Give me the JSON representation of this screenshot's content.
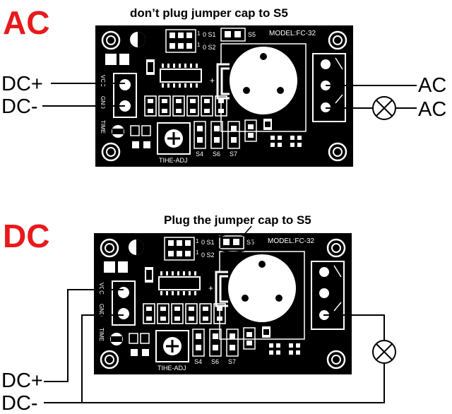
{
  "sections": [
    {
      "mode_label": "AC",
      "instruction": "don’t plug jumper cap to S5",
      "left_labels": [
        "DC+",
        "DC-"
      ],
      "right_labels": [
        "AC",
        "AC"
      ]
    },
    {
      "mode_label": "DC",
      "instruction": "Plug the jumper cap to S5",
      "left_labels": [
        "DC+",
        "DC-"
      ]
    }
  ],
  "board": {
    "model": "MODEL:FC-32",
    "header_rows": [
      "1",
      "1"
    ],
    "switch_labels": [
      "0 S1",
      "0 S2"
    ],
    "s5_label": "S5",
    "terminal_labels": [
      "VCC",
      "GND",
      "TIME"
    ],
    "pot_label": "TIHE-ADJ",
    "bottom_labels": [
      "S4",
      "S6",
      "S7"
    ],
    "plus_mark": "+"
  },
  "colors": {
    "mode_label": "#e8191c",
    "board": "#000000",
    "wire": "#000000",
    "background": "#ffffff"
  }
}
